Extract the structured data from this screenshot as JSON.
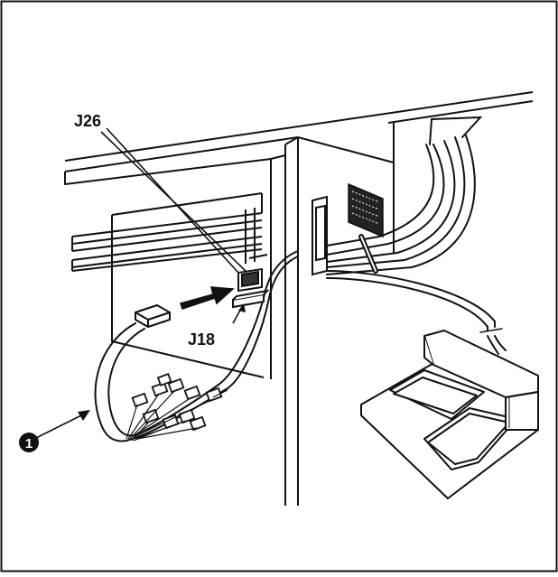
{
  "labels": {
    "j26": "J26",
    "j18": "J18",
    "callout_number": "1"
  },
  "colors": {
    "ink": "#111111",
    "paper": "#ffffff"
  }
}
